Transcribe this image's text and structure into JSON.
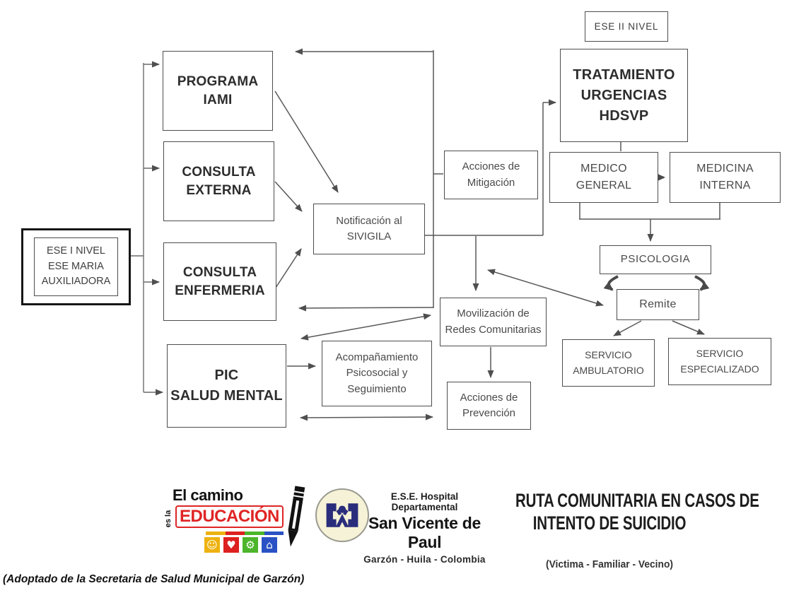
{
  "diagram": {
    "nodes": {
      "ese1_nivel": [
        "ESE I NIVEL",
        "ESE MARIA",
        "AUXILIADORA"
      ],
      "programa_iami": [
        "PROGRAMA",
        "IAMI"
      ],
      "consulta_externa": [
        "CONSULTA",
        "EXTERNA"
      ],
      "consulta_enfermeria": [
        "CONSULTA",
        "ENFERMERIA"
      ],
      "pic_salud_mental": [
        "PIC",
        "SALUD MENTAL"
      ],
      "notificacion_sivigila": [
        "Notificación al",
        "SIVIGILA"
      ],
      "acciones_mitigacion": [
        "Acciones de",
        "Mitigación"
      ],
      "movilizacion_redes": [
        "Movilización de",
        "Redes Comunitarias"
      ],
      "acciones_prevencion": [
        "Acciones de",
        "Prevención"
      ],
      "acompanamiento": [
        "Acompañamiento",
        "Psicosocial y",
        "Seguimiento"
      ],
      "ese2_nivel": [
        "ESE II NIVEL"
      ],
      "tratamiento_urgencias": [
        "TRATAMIENTO",
        "URGENCIAS",
        "HDSVP"
      ],
      "medico_general": [
        "MEDICO",
        "GENERAL"
      ],
      "medicina_interna": [
        "MEDICINA",
        "INTERNA"
      ],
      "psicologia": [
        "PSICOLOGIA"
      ],
      "remite": [
        "Remite"
      ],
      "servicio_ambulatorio": [
        "SERVICIO",
        "AMBULATORIO"
      ],
      "servicio_especializado": [
        "SERVICIO",
        "ESPECIALIZADO"
      ]
    }
  },
  "footer": {
    "education_logo": {
      "line1": "El camino",
      "line2": "es la",
      "line3": "EDUCACIÓN",
      "icons": [
        {
          "name": "family-icon",
          "glyph": "☺",
          "color": "#eeb210"
        },
        {
          "name": "health-heart-icon",
          "glyph": "♥",
          "color": "#dd2020"
        },
        {
          "name": "agriculture-tractor-icon",
          "glyph": "⚙",
          "color": "#4db52a"
        },
        {
          "name": "housing-house-icon",
          "glyph": "⌂",
          "color": "#2a52c4"
        }
      ]
    },
    "hospital_logo": {
      "line1": "E.S.E. Hospital Departamental",
      "line2": "San Vicente de Paul",
      "line3": "Garzón - Huila - Colombia"
    },
    "title_lines": [
      "RUTA COMUNITARIA EN CASOS DE",
      "INTENTO DE SUICIDIO"
    ],
    "subtitle": "(Victima - Familiar - Vecino)",
    "attribution": "(Adoptado de la Secretaria de Salud Municipal de Garzón)"
  },
  "colors": {
    "connector_line": "#4f4f4f",
    "education_red": "#e02424",
    "hospital_navy": "#2a2d7c"
  }
}
